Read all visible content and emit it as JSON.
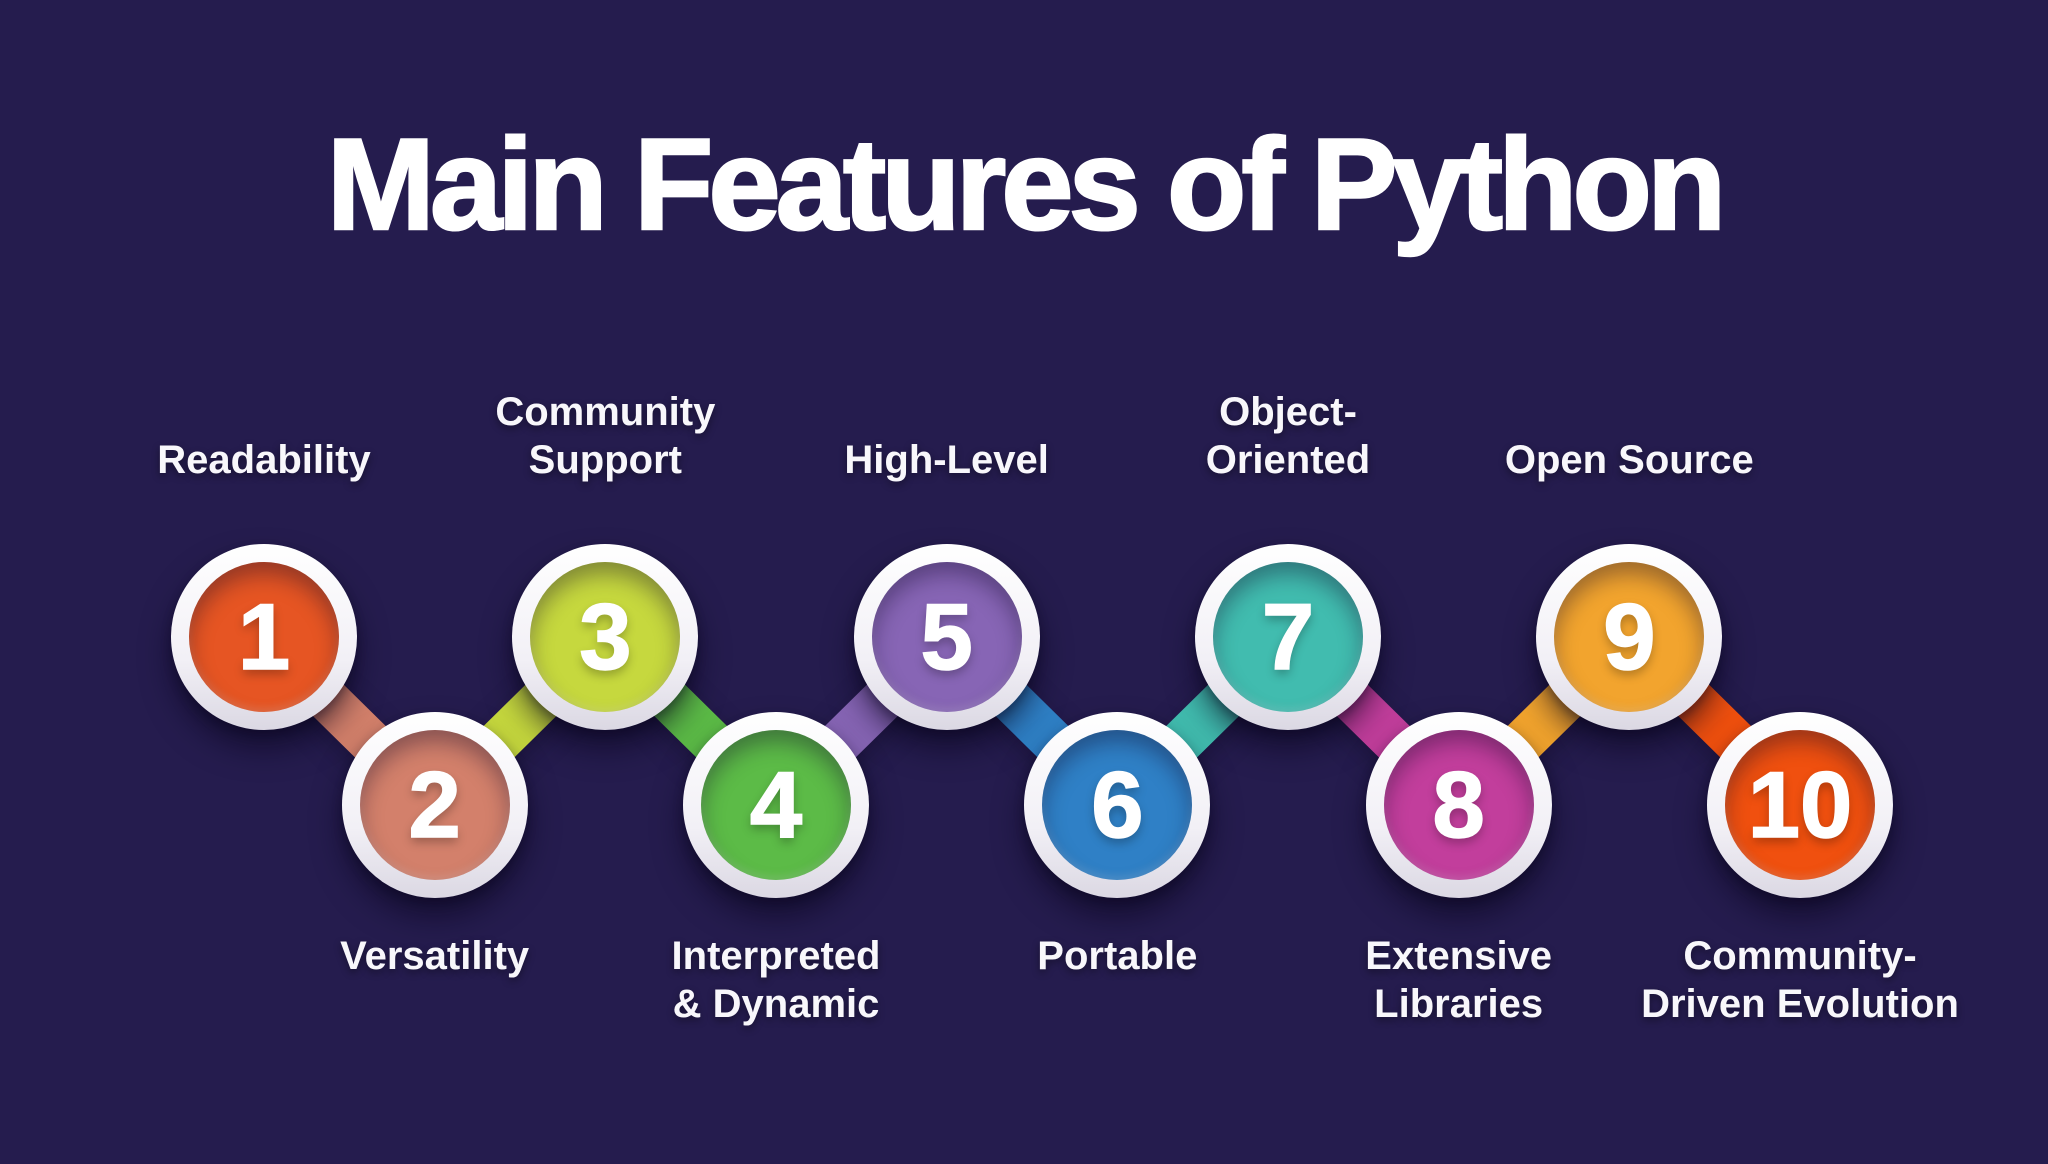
{
  "title": "Main Features of Python",
  "background_color": "#251C4E",
  "ring_color": "#FFFFFF",
  "text_color": "#FFFFFF",
  "features": [
    {
      "number": "1",
      "label": "Readability",
      "label_lines": [
        "Readability"
      ],
      "color": "#E65523"
    },
    {
      "number": "2",
      "label": "Versatility",
      "label_lines": [
        "Versatility"
      ],
      "color": "#D3806B"
    },
    {
      "number": "3",
      "label": "Community Support",
      "label_lines": [
        "Community",
        "Support"
      ],
      "color": "#C6D83E"
    },
    {
      "number": "4",
      "label": "Interpreted & Dynamic",
      "label_lines": [
        "Interpreted",
        "& Dynamic"
      ],
      "color": "#5CBB47"
    },
    {
      "number": "5",
      "label": "High-Level",
      "label_lines": [
        "High-Level"
      ],
      "color": "#8765B5"
    },
    {
      "number": "6",
      "label": "Portable",
      "label_lines": [
        "Portable"
      ],
      "color": "#2F80C6"
    },
    {
      "number": "7",
      "label": "Object-Oriented",
      "label_lines": [
        "Object-",
        "Oriented"
      ],
      "color": "#41BCAF"
    },
    {
      "number": "8",
      "label": "Extensive Libraries",
      "label_lines": [
        "Extensive",
        "Libraries"
      ],
      "color": "#C23E9C"
    },
    {
      "number": "9",
      "label": "Open Source",
      "label_lines": [
        "Open Source"
      ],
      "color": "#F2A42E"
    },
    {
      "number": "10",
      "label": "Community-Driven Evolution",
      "label_lines": [
        "Community-",
        "Driven Evolution"
      ],
      "color": "#F0500F"
    }
  ]
}
